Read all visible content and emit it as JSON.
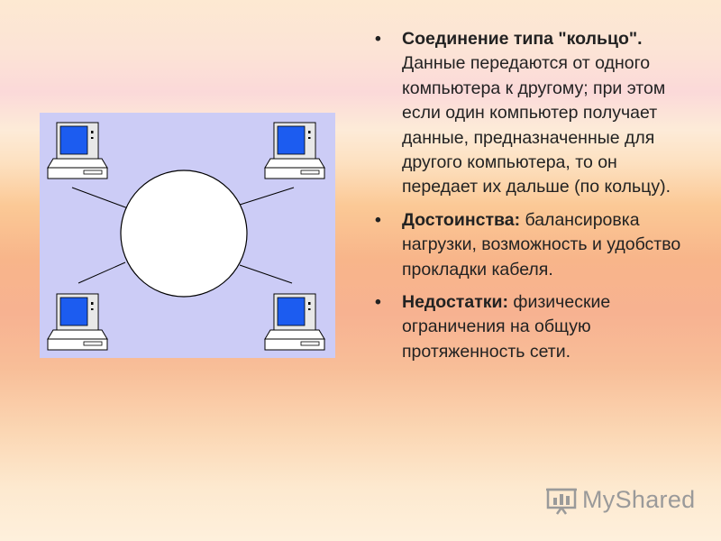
{
  "slide": {
    "points": [
      {
        "heading": "Соединение типа \"кольцо\".",
        "text": " Данные передаются от одного компьютера к другому; при этом если один компьютер получает данные, предназначенные для другого компьютера, то он передает их дальше (по кольцу)."
      },
      {
        "heading": "Достоинства:",
        "text": " балансировка нагрузки, возможность и удобство прокладки кабеля."
      },
      {
        "heading": "Недостатки:",
        "text": " физические ограничения на общую протяженность сети."
      }
    ],
    "bullet": "•"
  },
  "diagram": {
    "background_color": "#ccccf6",
    "node_count": 4,
    "screen_color": "#1c5cf0"
  },
  "watermark": {
    "text": "MyShared"
  }
}
